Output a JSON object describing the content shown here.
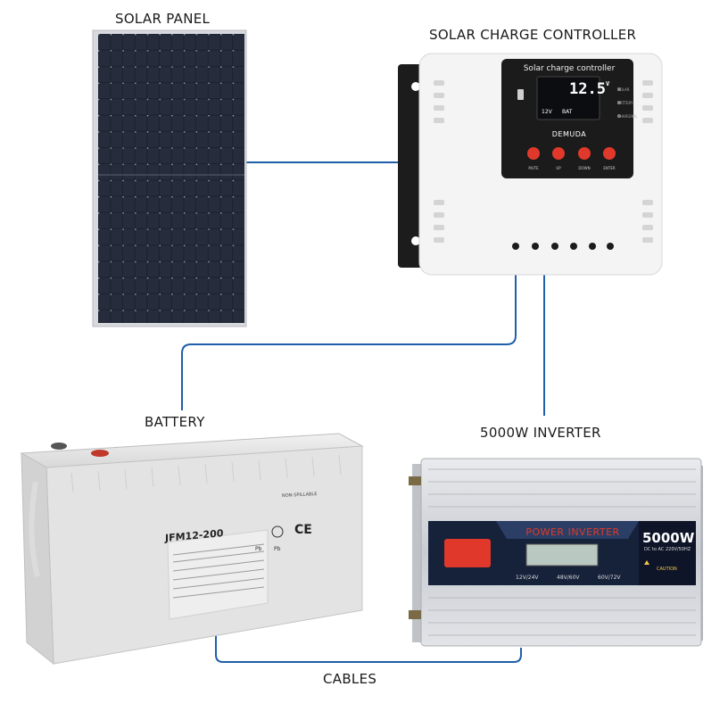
{
  "labels": {
    "solar_panel": "SOLAR PANEL",
    "charge_controller": "SOLAR CHARGE CONTROLLER",
    "battery": "BATTERY",
    "inverter": "5000W INVERTER",
    "cables": "CABLES"
  },
  "controller": {
    "screen_title": "Solar charge controller",
    "voltage": "12.5",
    "voltage_unit": "V",
    "system_voltage": "12V",
    "battery_text": "BAT",
    "brand": "DEMUDA",
    "buttons": [
      "MUTE",
      "UP",
      "DOWN",
      "ENTER"
    ],
    "indicators": [
      "SOLAR",
      "BATTERY",
      "CHARGING"
    ]
  },
  "battery_unit": {
    "model": "JFM12-200",
    "non_spillable": "NON-SPILLABLE",
    "pb_marks": [
      "Pb",
      "Pb"
    ],
    "ce_mark": "CE"
  },
  "inverter_unit": {
    "title": "POWER INVERTER",
    "power": "5000W",
    "spec": "DC to AC 220V/50HZ",
    "voltage_options": [
      "12V/24V",
      "48V/60V",
      "60V/72V"
    ],
    "caution": "CAUTION"
  },
  "colors": {
    "wire": "#1f5fa8",
    "controller_panel": "#1b1b1b",
    "button_red": "#e0392b",
    "inverter_red": "#e03a2a",
    "solar_cell": "#1d2230"
  }
}
